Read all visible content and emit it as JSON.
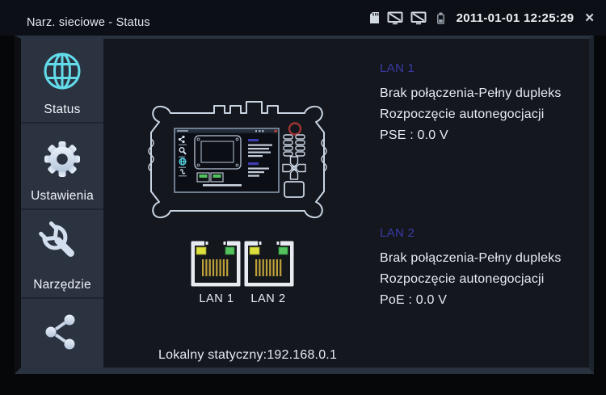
{
  "title_bar": {
    "title": "Narz. sieciowe - Status",
    "datetime": "2011-01-01 12:25:29",
    "close": "✕"
  },
  "sidebar": {
    "items": [
      {
        "label": "Status",
        "icon": "globe"
      },
      {
        "label": "Ustawienia",
        "icon": "gear"
      },
      {
        "label": "Narzędzie",
        "icon": "wrench"
      },
      {
        "label": "",
        "icon": "share"
      }
    ]
  },
  "lan1": {
    "name": "LAN 1",
    "line1": "Brak połączenia-Pełny dupleks",
    "line2": "Rozpoczęcie autonegocjacji",
    "line3": "PSE : 0.0 V"
  },
  "lan2": {
    "name": "LAN 2",
    "line1": "Brak połączenia-Pełny dupleks",
    "line2": "Rozpoczęcie autonegocjacji",
    "line3": "PoE : 0.0 V"
  },
  "ports": {
    "label1": "LAN 1",
    "label2": "LAN 2"
  },
  "footer": "Lokalny statyczny:192.168.0.1",
  "colors": {
    "accent_cyan": "#63dce9",
    "lan_header_blue": "#3a3aa6",
    "sidebar_bg": "#2b3240",
    "window_bg": "#14171e",
    "frame_strip": "#29323f",
    "led_yellow": "#dde03c",
    "led_green": "#55c45e",
    "power_red": "#a03434",
    "text_white": "#e7ecf2"
  }
}
